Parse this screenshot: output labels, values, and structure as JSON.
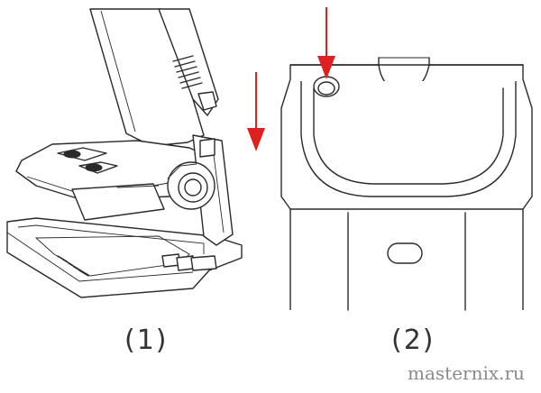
{
  "panels": [
    {
      "caption": "(1)"
    },
    {
      "caption": "(2)"
    }
  ],
  "watermark": "masternix.ru",
  "colors": {
    "arrow": "#e02020",
    "line": "#2a2a2a",
    "background": "#ffffff"
  },
  "icons": [
    "down-arrow-icon",
    "release-button-icon"
  ]
}
